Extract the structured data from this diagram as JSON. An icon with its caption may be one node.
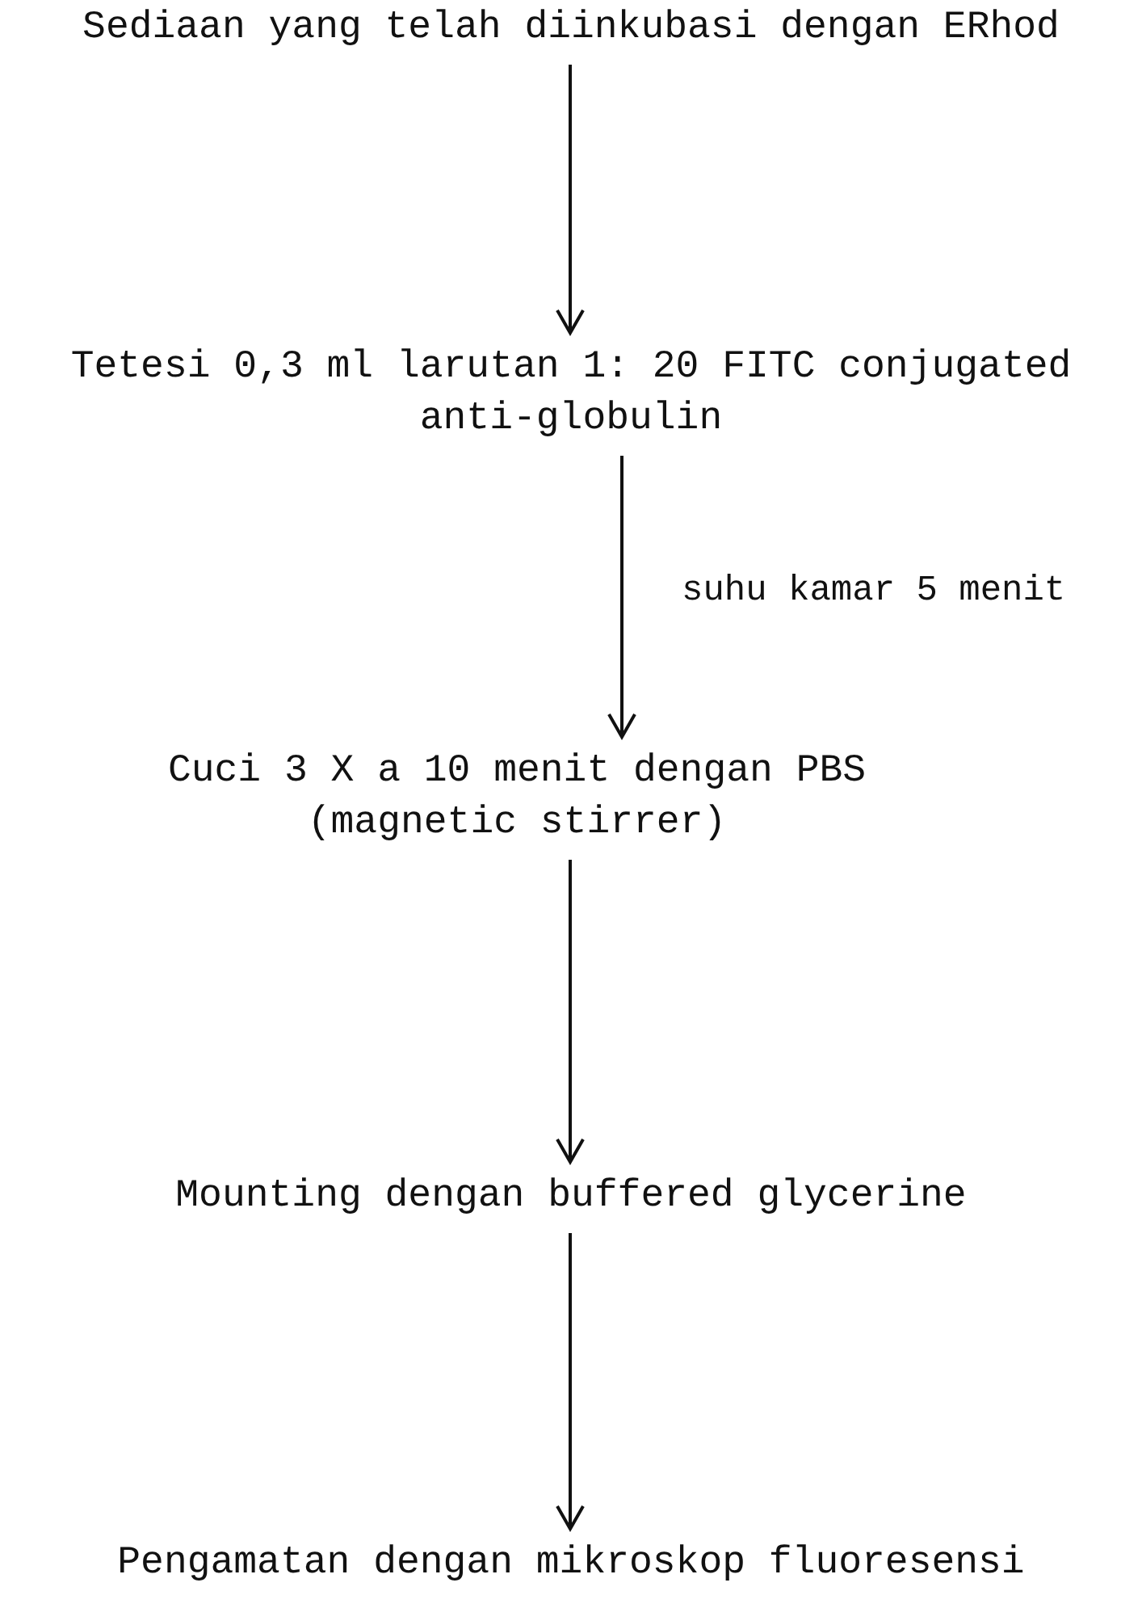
{
  "diagram": {
    "nodes": [
      {
        "text": [
          "Sediaan yang telah diinkubasi dengan ERhod"
        ]
      },
      {
        "text": [
          "Tetesi 0,3 ml larutan 1: 20 FITC conjugated anti-globulin"
        ]
      },
      {
        "text": [
          "Cuci 3 X a 10 menit dengan PBS (magnetic stirrer)"
        ]
      },
      {
        "text": [
          "Mounting dengan buffered glycerine"
        ]
      },
      {
        "text": [
          "Pengamatan dengan mikroskop fluoresensi"
        ]
      }
    ],
    "edges": [
      {
        "from": 0,
        "to": 1,
        "arrow": "to"
      },
      {
        "from": 1,
        "to": 2,
        "arrow": "to",
        "label": "suhu kamar 5 menit"
      },
      {
        "from": 2,
        "to": 3,
        "arrow": "to"
      },
      {
        "from": 3,
        "to": 4,
        "arrow": "to"
      }
    ]
  }
}
